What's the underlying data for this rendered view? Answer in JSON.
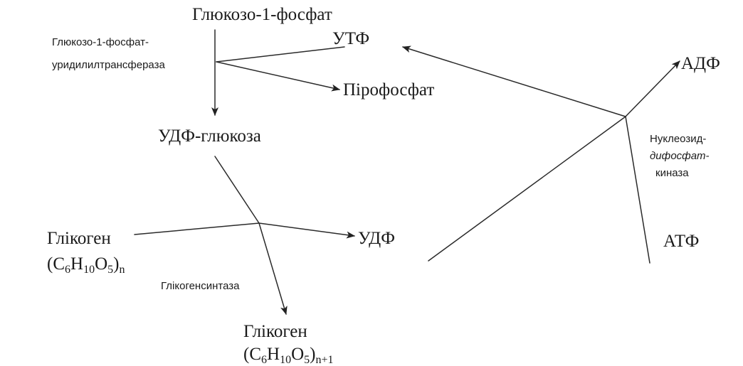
{
  "compounds": {
    "glucose_1_phosphate": "Глюкозо-1-фосфат",
    "utp": "УТФ",
    "pyrophosphate": "Пірофосфат",
    "udp_glucose": "УДФ-глюкоза",
    "glycogen_n_name": "Глікоген",
    "glycogen_n_formula": {
      "c": "C",
      "c_sub": "6",
      "h": "H",
      "h_sub": "10",
      "o": "O",
      "o_sub": "5",
      "n_sub": "n"
    },
    "udp": "УДФ",
    "glycogen_n1_name": "Глікоген",
    "glycogen_n1_formula": {
      "c": "C",
      "c_sub": "6",
      "h": "H",
      "h_sub": "10",
      "o": "O",
      "o_sub": "5",
      "n_sub": "n+1"
    },
    "adp": "АДФ",
    "atp": "АТФ"
  },
  "enzymes": {
    "uridylyltransferase_line1": "Глюкозо-1-фосфат-",
    "uridylyltransferase_line2": "уридилилтрансфераза",
    "glycogen_synthase": "Глікогенсинтаза",
    "ndk_line1": "Нуклеозид-",
    "ndk_line2": "дифосфат-",
    "ndk_line3": "киназа"
  }
}
